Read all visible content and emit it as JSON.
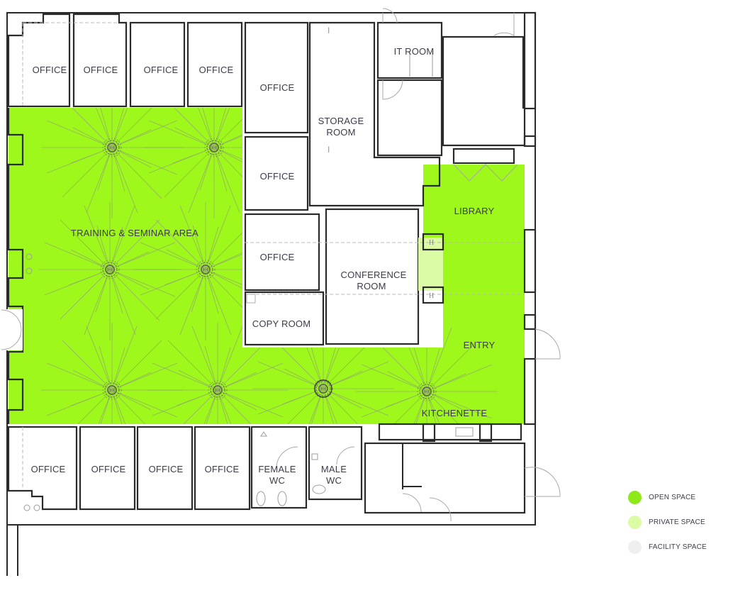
{
  "colors": {
    "open_space": "#9ef81c",
    "private_space": "#dbfca5",
    "facility_space": "#f1f1f1",
    "wall": "#2a2a2a",
    "label_text": "#3d3a4a"
  },
  "rooms": {
    "office_top_1": "OFFICE",
    "office_top_2": "OFFICE",
    "office_top_3": "OFFICE",
    "office_top_4": "OFFICE",
    "office_top_5": "OFFICE",
    "office_mid_1": "OFFICE",
    "office_mid_2": "OFFICE",
    "storage_line1": "STORAGE",
    "storage_line2": "ROOM",
    "it_room": "IT ROOM",
    "training": "TRAINING &  SEMINAR AREA",
    "library": "LIBRARY",
    "conference_line1": "CONFERENCE",
    "conference_line2": "ROOM",
    "copy_room": "COPY ROOM",
    "entry": "ENTRY",
    "kitchenette": "KITCHENETTE",
    "office_bottom_1": "OFFICE",
    "office_bottom_2": "OFFICE",
    "office_bottom_3": "OFFICE",
    "office_bottom_4": "OFFICE",
    "female_wc_line1": "FEMALE",
    "female_wc_line2": "WC",
    "male_wc_line1": "MALE",
    "male_wc_line2": "WC"
  },
  "legend": {
    "items": [
      {
        "label": "OPEN SPACE",
        "color": "#8fe81a"
      },
      {
        "label": "PRIVATE SPACE",
        "color": "#dbfca5"
      },
      {
        "label": "FACILITY SPACE",
        "color": "#efefef"
      }
    ]
  }
}
